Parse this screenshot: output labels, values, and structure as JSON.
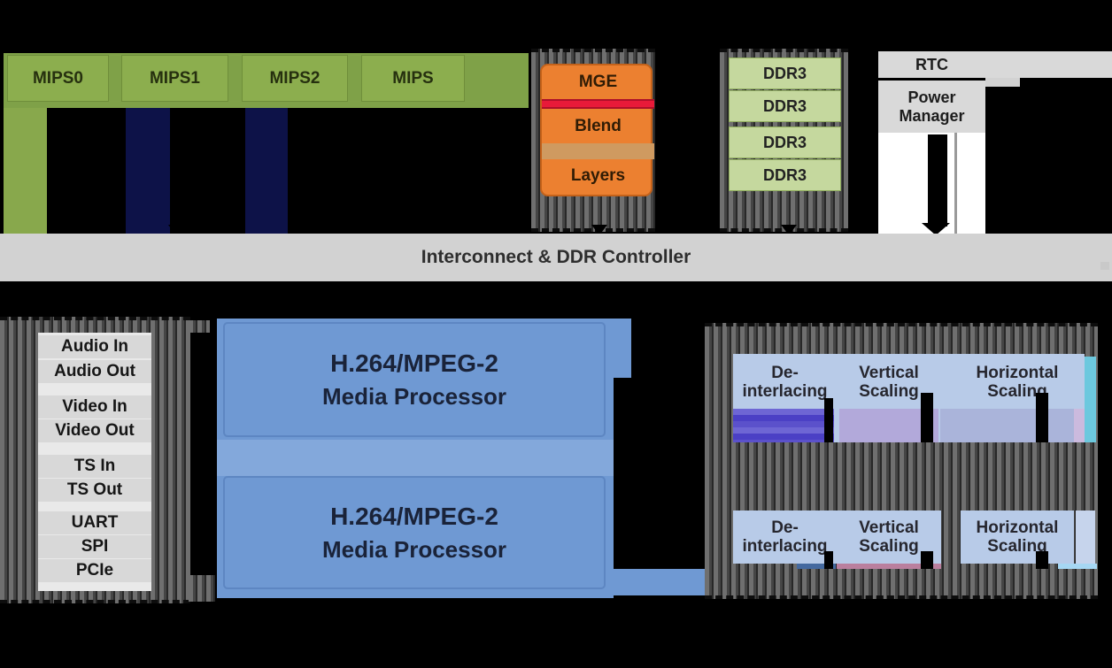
{
  "cpu": {
    "blocks": [
      "MIPS0",
      "MIPS1",
      "MIPS2",
      "MIPS"
    ]
  },
  "display_engine": {
    "blocks": [
      "MGE",
      "Blend",
      "Layers"
    ]
  },
  "memory": {
    "blocks": [
      "DDR3",
      "DDR3",
      "DDR3",
      "DDR3"
    ]
  },
  "system": {
    "rtc": "RTC",
    "power_manager": "Power Manager"
  },
  "interconnect": {
    "label": "Interconnect & DDR Controller"
  },
  "io": {
    "blocks": [
      "Audio In",
      "Audio Out",
      "Video In",
      "Video Out",
      "TS In",
      "TS Out",
      "UART",
      "SPI",
      "PCIe"
    ]
  },
  "media_processors": [
    {
      "line1": "H.264/MPEG-2",
      "line2": "Media Processor"
    },
    {
      "line1": "H.264/MPEG-2",
      "line2": "Media Processor"
    }
  ],
  "video_pipelines": [
    {
      "blocks": [
        "De-interlacing",
        "Vertical Scaling",
        "Horizontal Scaling"
      ]
    },
    {
      "blocks": [
        "De-interlacing",
        "Vertical Scaling",
        "Horizontal Scaling"
      ]
    }
  ],
  "colors": {
    "background": "#000000",
    "mips_green": "#8cae4e",
    "navy_bus": "#0d1248",
    "display_orange": "#ec8030",
    "red_stripe": "#e81a39",
    "ddr_green": "#c5d89e",
    "system_gray": "#d9d9d9",
    "interconnect_gray": "#d2d2d2",
    "processor_blue": "#6f99d3",
    "pipeline_blue": "#b8cbe8",
    "deinterlace_indigo": "#5b51cb",
    "cyan_stripe": "#6cc8de"
  }
}
